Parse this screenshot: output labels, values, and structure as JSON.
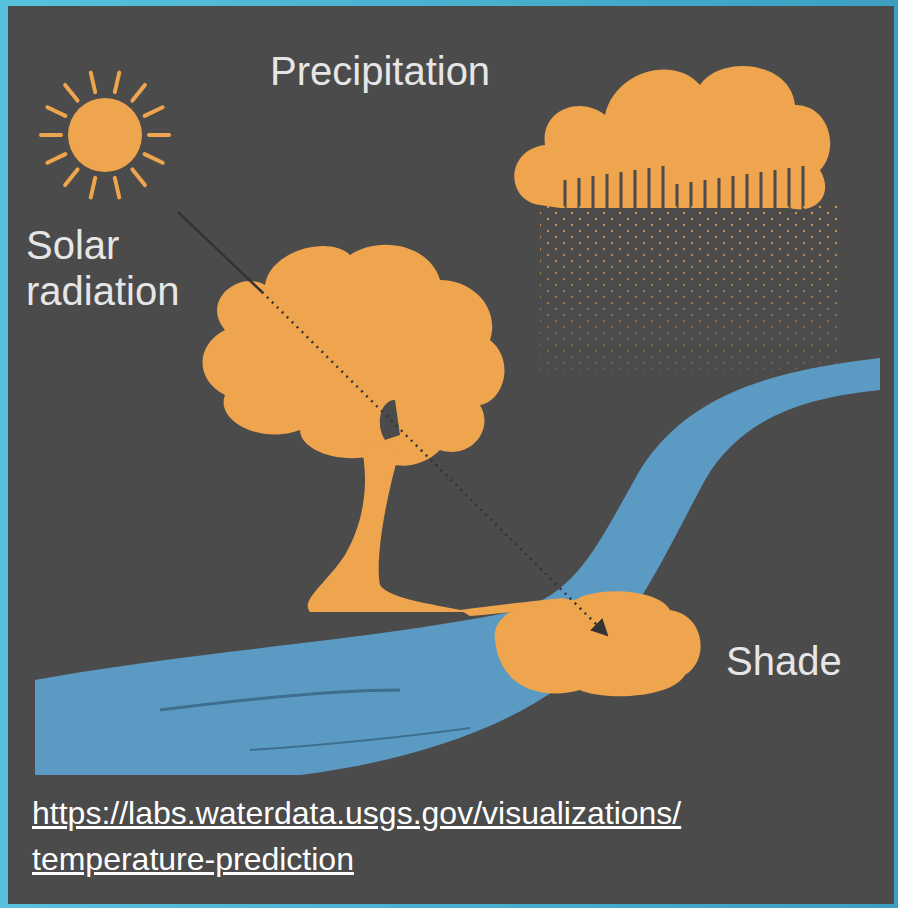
{
  "diagram": {
    "labels": [
      "Precipitation",
      "Solar radiation",
      "Shade",
      "https://labs.waterdata.usgs.gov/visualizations/ temperature-prediction"
    ]
  }
}
